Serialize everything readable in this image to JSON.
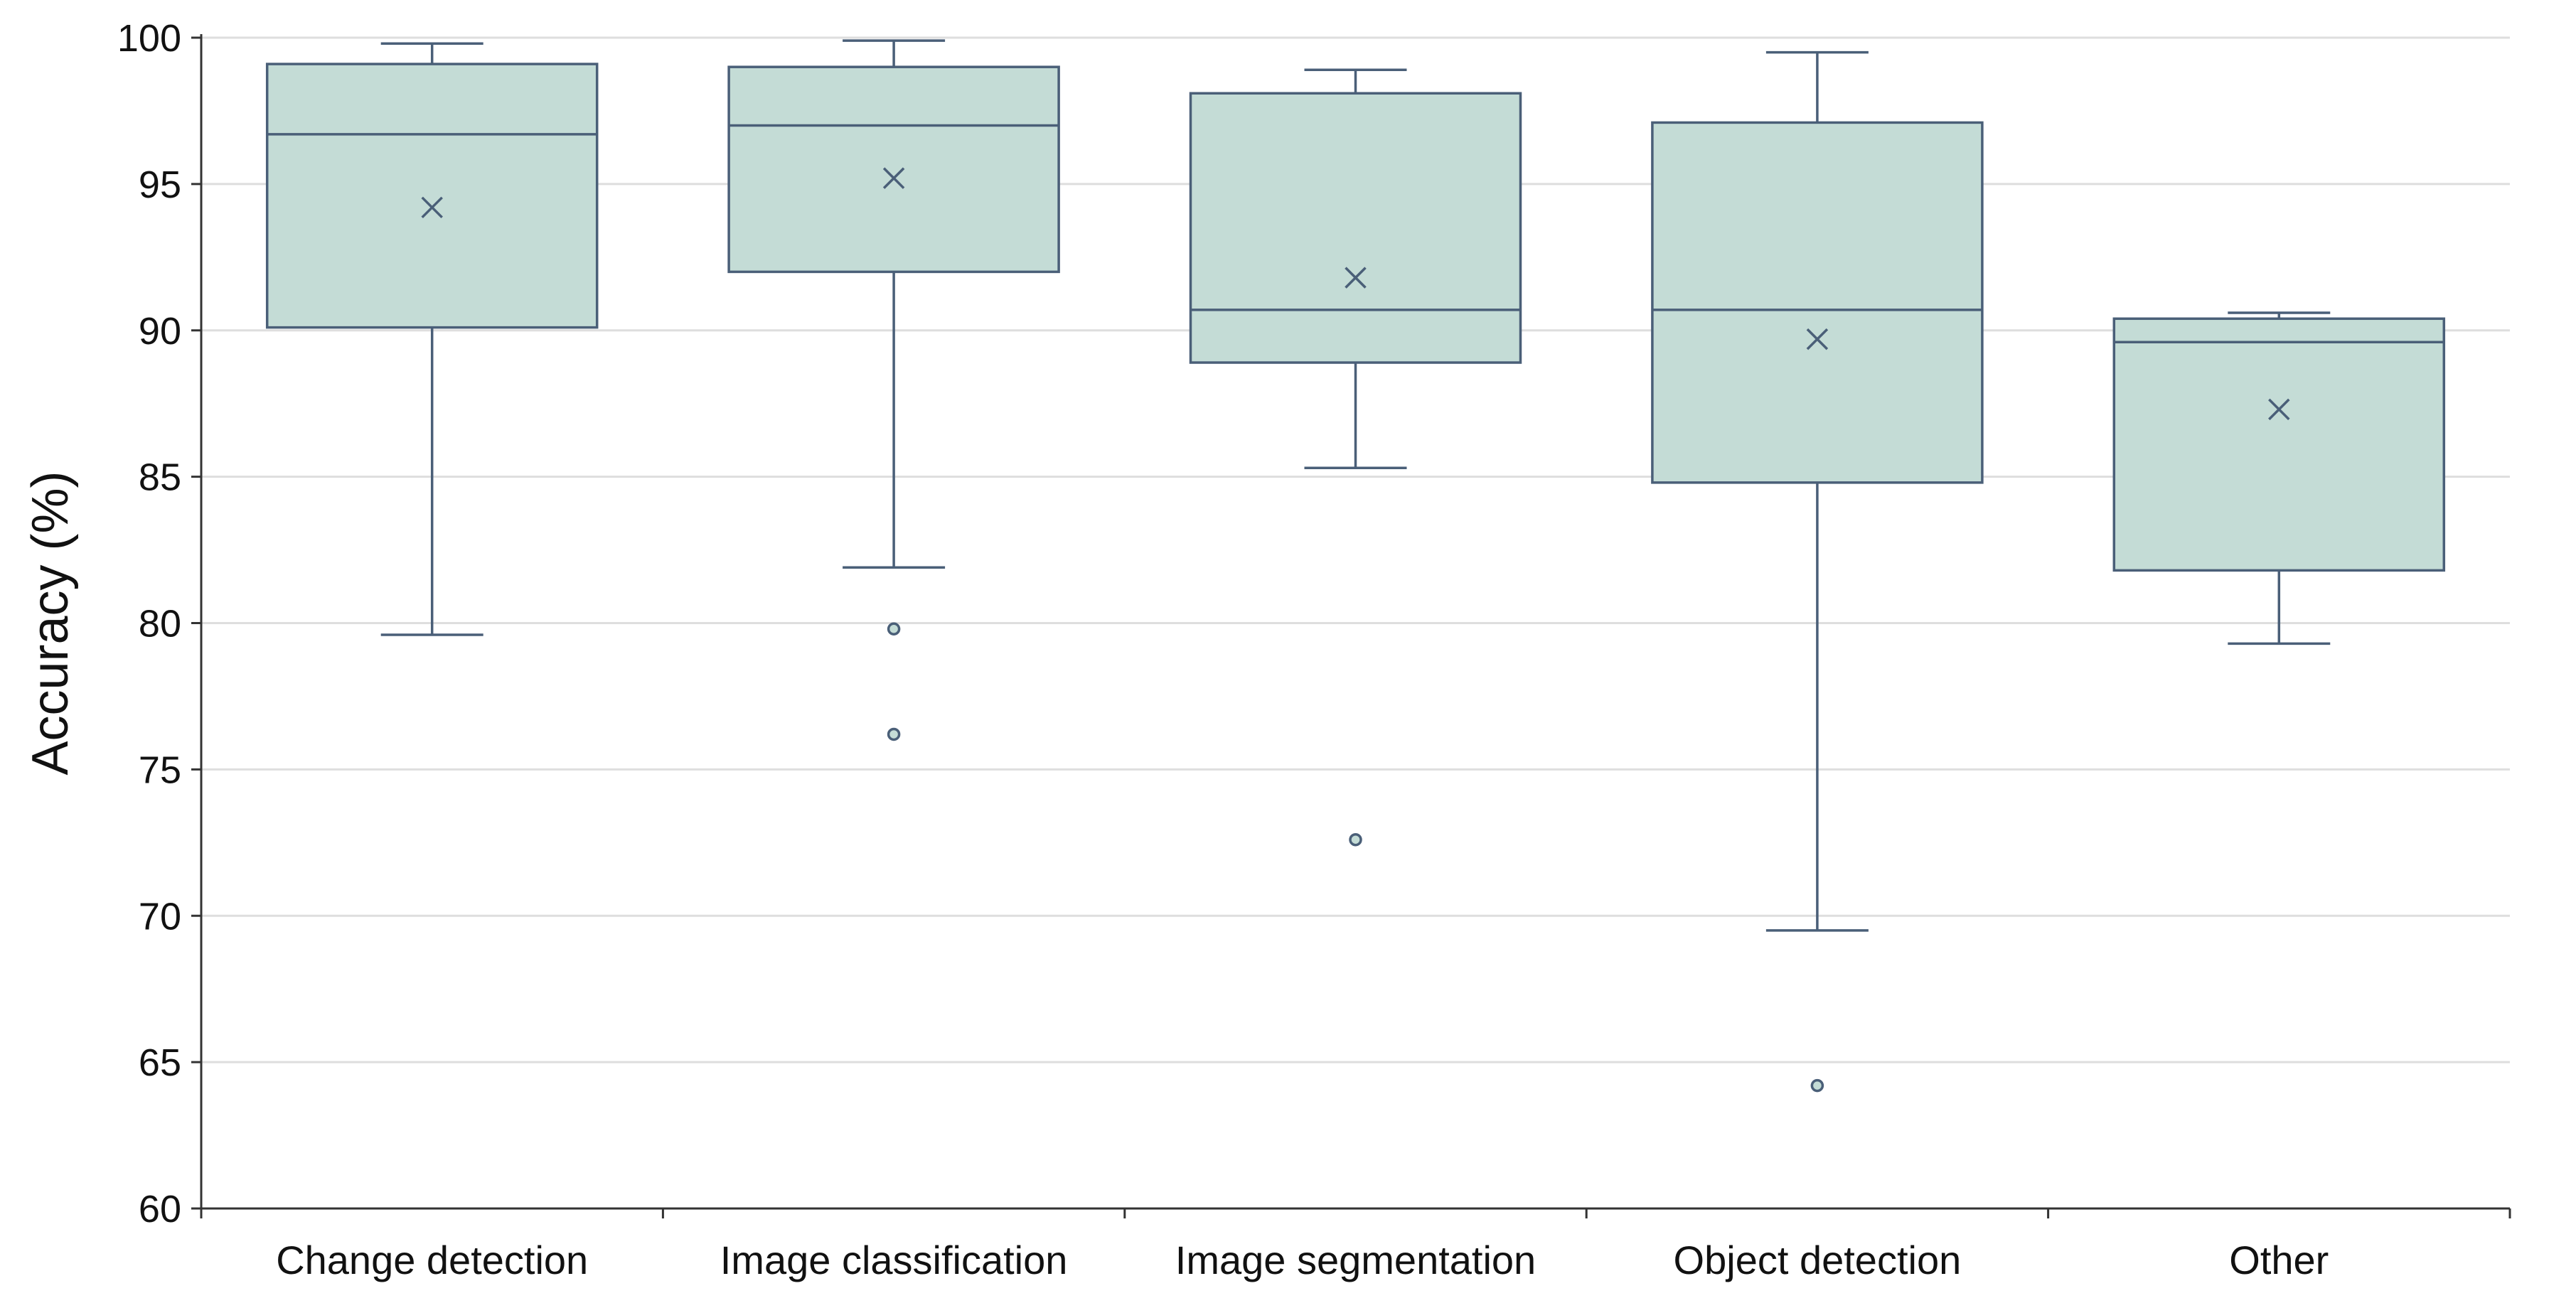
{
  "chart_data": {
    "type": "box",
    "ylabel": "Accuracy (%)",
    "xlabel": "",
    "title": "",
    "ylim": [
      60,
      100
    ],
    "yticks": [
      60,
      65,
      70,
      75,
      80,
      85,
      90,
      95,
      100
    ],
    "grid": "horizontal",
    "categories": [
      "Change detection",
      "Image classification",
      "Image segmentation",
      "Object detection",
      "Other"
    ],
    "boxes": [
      {
        "category": "Change detection",
        "min": 79.6,
        "q1": 90.1,
        "median": 96.7,
        "q3": 99.1,
        "max": 99.8,
        "mean": 94.2,
        "outliers": []
      },
      {
        "category": "Image classification",
        "min": 81.9,
        "q1": 92.0,
        "median": 97.0,
        "q3": 99.0,
        "max": 99.9,
        "mean": 95.2,
        "outliers": [
          79.8,
          76.2
        ]
      },
      {
        "category": "Image segmentation",
        "min": 85.3,
        "q1": 88.9,
        "median": 90.7,
        "q3": 98.1,
        "max": 98.9,
        "mean": 91.8,
        "outliers": [
          72.6
        ]
      },
      {
        "category": "Object detection",
        "min": 69.5,
        "q1": 84.8,
        "median": 90.7,
        "q3": 97.1,
        "max": 99.5,
        "mean": 89.7,
        "outliers": [
          64.2
        ]
      },
      {
        "category": "Other",
        "min": 79.3,
        "q1": 81.8,
        "median": 89.6,
        "q3": 90.4,
        "max": 90.6,
        "mean": 87.3,
        "outliers": []
      }
    ],
    "colors": {
      "box_fill": "#c4dcd6",
      "stroke": "#4a5f78",
      "grid": "#dedede",
      "axis": "#333333"
    }
  }
}
